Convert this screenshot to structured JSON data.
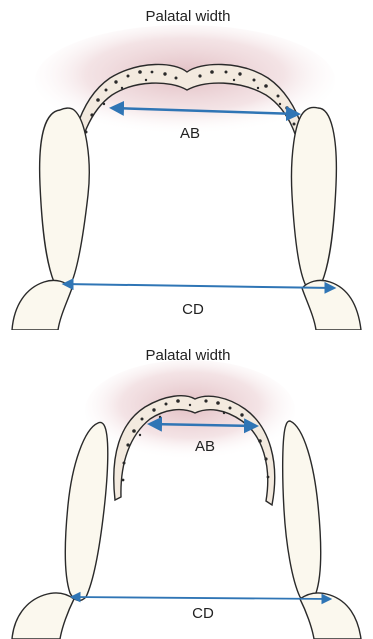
{
  "top_panel": {
    "title": "Palatal width",
    "inner_measure": "AB",
    "outer_measure": "CD"
  },
  "bottom_panel": {
    "title": "Palatal width",
    "inner_measure": "AB",
    "outer_measure": "CD"
  },
  "colors": {
    "arrow": "#2f75b5",
    "outline": "#2a2a2a",
    "tooth_fill": "#fbf8ee",
    "glow": "#c98a92",
    "text": "#222222"
  }
}
